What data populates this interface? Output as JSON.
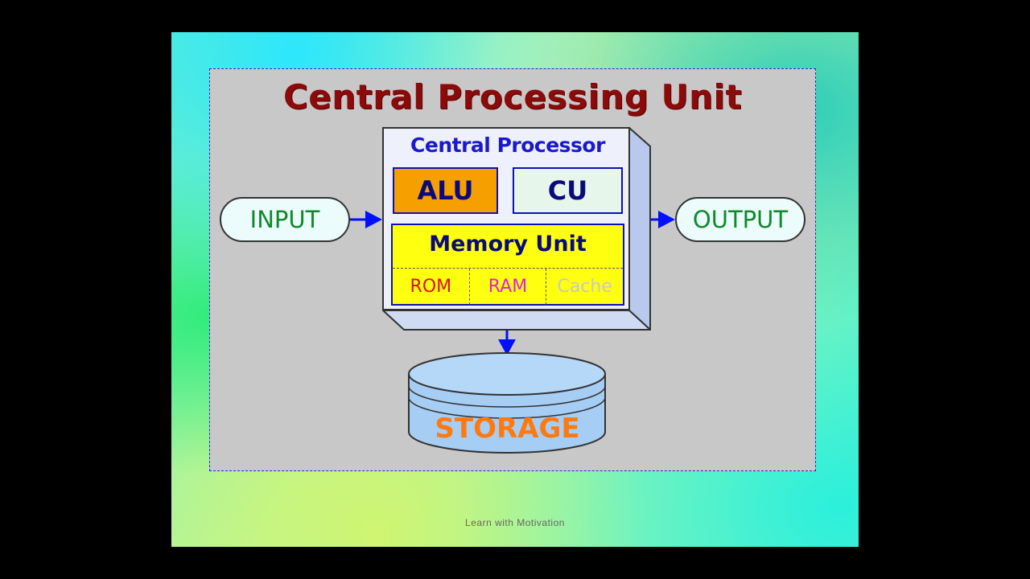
{
  "slide": {
    "title": "Central Processing Unit",
    "footer": "Learn with Motivation"
  },
  "processor": {
    "title": "Central Processor",
    "alu": "ALU",
    "cu": "CU",
    "memory": {
      "title": "Memory Unit",
      "cells": [
        "ROM",
        "RAM",
        "Cache"
      ]
    }
  },
  "input_label": "INPUT",
  "output_label": "OUTPUT",
  "storage_label": "STORAGE",
  "colors": {
    "title": "#8b0a0a",
    "alu_fill": "#f6a000",
    "memory_fill": "#ffff10",
    "arrow": "#0010ff",
    "storage_fill": "#a6cdf4",
    "storage_text": "#ff7a0e"
  }
}
